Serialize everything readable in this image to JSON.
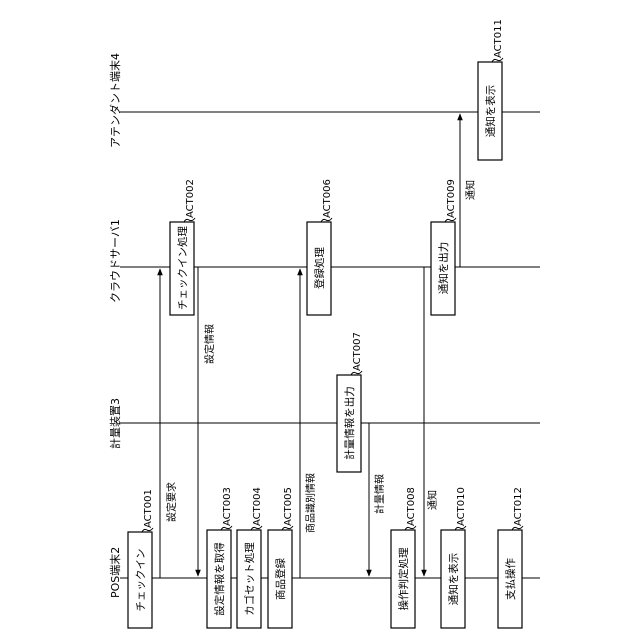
{
  "lanes": {
    "pos": "POS端末2",
    "scale": "計量装置3",
    "server": "クラウドサーバ1",
    "attendant": "アテンダント端末4"
  },
  "activities": {
    "act001": {
      "id": "ACT001",
      "label": "チェックイン"
    },
    "act002": {
      "id": "ACT002",
      "label": "チェックイン処理"
    },
    "act003": {
      "id": "ACT003",
      "label": "設定情報を取得"
    },
    "act004": {
      "id": "ACT004",
      "label": "カゴセット処理"
    },
    "act005": {
      "id": "ACT005",
      "label": "商品登録"
    },
    "act006": {
      "id": "ACT006",
      "label": "登録処理"
    },
    "act007": {
      "id": "ACT007",
      "label": "計量情報を出力"
    },
    "act008": {
      "id": "ACT008",
      "label": "操作判定処理"
    },
    "act009": {
      "id": "ACT009",
      "label": "通知を出力"
    },
    "act010": {
      "id": "ACT010",
      "label": "通知を表示"
    },
    "act011": {
      "id": "ACT011",
      "label": "通知を表示"
    },
    "act012": {
      "id": "ACT012",
      "label": "支払操作"
    }
  },
  "messages": {
    "setting_request": "設定要求",
    "setting_info": "設定情報",
    "product_id_info": "商品識別情報",
    "weight_info": "計量情報",
    "notify_pos": "通知",
    "notify_attendant": "通知"
  }
}
